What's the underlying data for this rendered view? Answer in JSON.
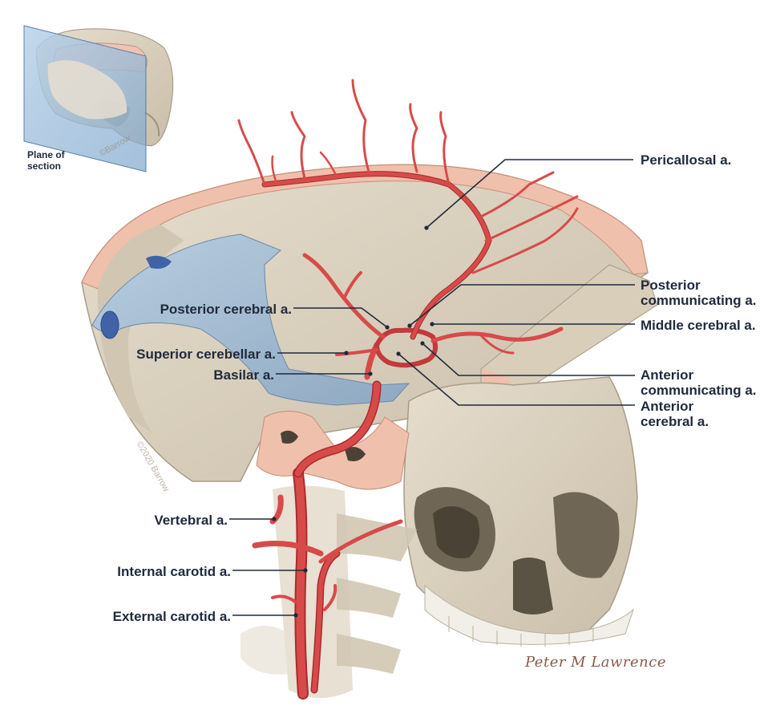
{
  "inset": {
    "caption_line1": "Plane of",
    "caption_line2": "section",
    "watermark": "©Barrow"
  },
  "illustration": {
    "watermark": "©2020 Barrow",
    "signature": "Peter M Lawrence"
  },
  "labels": {
    "pericallosal": "Pericallosal a.",
    "posterior_communicating_line1": "Posterior",
    "posterior_communicating_line2": "communicating a.",
    "middle_cerebral": "Middle cerebral a.",
    "anterior_communicating_line1": "Anterior",
    "anterior_communicating_line2": "communicating a.",
    "anterior_cerebral_line1": "Anterior",
    "anterior_cerebral_line2": "cerebral a.",
    "posterior_cerebral": "Posterior cerebral a.",
    "superior_cerebellar": "Superior cerebellar a.",
    "basilar": "Basilar a.",
    "vertebral": "Vertebral a.",
    "internal_carotid": "Internal carotid a.",
    "external_carotid": "External carotid a."
  },
  "colors": {
    "bone": "#ddd3c2",
    "bone_shadow": "#b9ad98",
    "cut_surface": "#efc0ac",
    "artery": "#d84a4a",
    "artery_dark": "#a82c2e",
    "tentorium": "#a9bfd4",
    "leader_line": "#1f2a3c"
  }
}
